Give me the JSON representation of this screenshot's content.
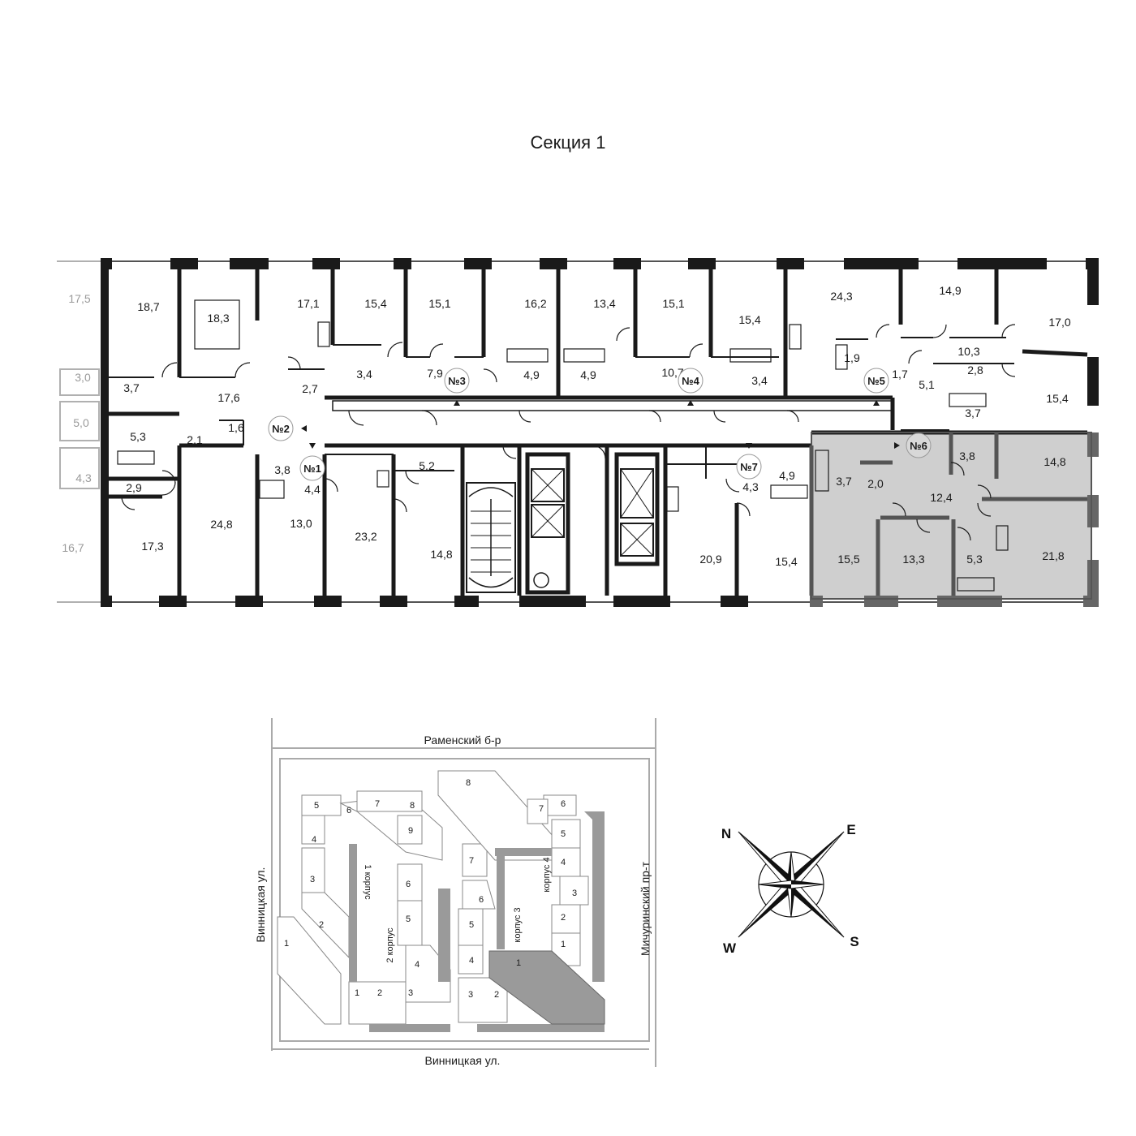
{
  "title": "Секция 1",
  "colors": {
    "wall": "#1a1a1a",
    "highlight": "#cfcfcf",
    "neighbor_text": "#9a9a9a",
    "selected_building": "#9a9a9a"
  },
  "rooms": [
    {
      "id": "r1",
      "label": "18,7"
    },
    {
      "id": "r2",
      "label": "18,3"
    },
    {
      "id": "r3",
      "label": "17,1"
    },
    {
      "id": "r4",
      "label": "15,4"
    },
    {
      "id": "r5",
      "label": "15,1"
    },
    {
      "id": "r6",
      "label": "16,2"
    },
    {
      "id": "r7",
      "label": "13,4"
    },
    {
      "id": "r8",
      "label": "15,1"
    },
    {
      "id": "r9",
      "label": "15,4"
    },
    {
      "id": "r10",
      "label": "24,3"
    },
    {
      "id": "r11",
      "label": "14,9"
    },
    {
      "id": "r12",
      "label": "17,0"
    },
    {
      "id": "r13",
      "label": "3,7"
    },
    {
      "id": "r14",
      "label": "17,6"
    },
    {
      "id": "r15",
      "label": "2,7"
    },
    {
      "id": "r16",
      "label": "3,4"
    },
    {
      "id": "r17",
      "label": "7,9"
    },
    {
      "id": "r18",
      "label": "4,9"
    },
    {
      "id": "r19",
      "label": "4,9"
    },
    {
      "id": "r20",
      "label": "10,7"
    },
    {
      "id": "r21",
      "label": "3,4"
    },
    {
      "id": "r22",
      "label": "1,9"
    },
    {
      "id": "r23",
      "label": "1,7"
    },
    {
      "id": "r24",
      "label": "10,3"
    },
    {
      "id": "r25",
      "label": "2,8"
    },
    {
      "id": "r26",
      "label": "5,1"
    },
    {
      "id": "r27",
      "label": "3,7"
    },
    {
      "id": "r28",
      "label": "15,4"
    },
    {
      "id": "r29",
      "label": "5,3"
    },
    {
      "id": "r30",
      "label": "1,6"
    },
    {
      "id": "r31",
      "label": "2,1"
    },
    {
      "id": "r32",
      "label": "2,9"
    },
    {
      "id": "r33",
      "label": "3,8"
    },
    {
      "id": "r34",
      "label": "4,4"
    },
    {
      "id": "r35",
      "label": "5,2"
    },
    {
      "id": "r36",
      "label": "4,3"
    },
    {
      "id": "r37",
      "label": "4,9"
    },
    {
      "id": "r38",
      "label": "3,8"
    },
    {
      "id": "r39",
      "label": "14,8"
    },
    {
      "id": "r40",
      "label": "3,7"
    },
    {
      "id": "r41",
      "label": "2,0"
    },
    {
      "id": "r42",
      "label": "12,4"
    },
    {
      "id": "r43",
      "label": "17,3"
    },
    {
      "id": "r44",
      "label": "24,8"
    },
    {
      "id": "r45",
      "label": "13,0"
    },
    {
      "id": "r46",
      "label": "23,2"
    },
    {
      "id": "r47",
      "label": "14,8"
    },
    {
      "id": "r48",
      "label": "20,9"
    },
    {
      "id": "r49",
      "label": "15,4"
    },
    {
      "id": "r50",
      "label": "15,5"
    },
    {
      "id": "r51",
      "label": "13,3"
    },
    {
      "id": "r52",
      "label": "5,3"
    },
    {
      "id": "r53",
      "label": "21,8"
    }
  ],
  "neighbor_rooms": [
    {
      "id": "n1",
      "label": "17,5"
    },
    {
      "id": "n2",
      "label": "3,0"
    },
    {
      "id": "n3",
      "label": "5,0"
    },
    {
      "id": "n4",
      "label": "4,3"
    },
    {
      "id": "n5",
      "label": "16,7"
    }
  ],
  "apartments": [
    {
      "id": "a1",
      "label": "№1"
    },
    {
      "id": "a2",
      "label": "№2"
    },
    {
      "id": "a3",
      "label": "№3"
    },
    {
      "id": "a4",
      "label": "№4"
    },
    {
      "id": "a5",
      "label": "№5"
    },
    {
      "id": "a6",
      "label": "№6"
    },
    {
      "id": "a7",
      "label": "№7"
    }
  ],
  "site_plan": {
    "street_top": "Раменский б-р",
    "street_bottom": "Винницкая ул.",
    "street_left": "Винницкая ул.",
    "street_right": "Мичуринский пр-т",
    "corpus_labels": [
      "1 корпус",
      "2 корпус",
      "корпус 3",
      "корпус 4"
    ],
    "section_numbers": {
      "k1": [
        "1",
        "2",
        "3",
        "4",
        "5",
        "6",
        "7",
        "8",
        "9"
      ],
      "k2": [
        "1",
        "2",
        "3",
        "4",
        "5",
        "6"
      ],
      "k3": [
        "1",
        "2",
        "3",
        "4",
        "5",
        "6",
        "7"
      ],
      "k4": [
        "1",
        "2",
        "3",
        "4",
        "5",
        "6",
        "7",
        "8"
      ]
    }
  },
  "compass": {
    "n": "N",
    "e": "E",
    "s": "S",
    "w": "W"
  }
}
